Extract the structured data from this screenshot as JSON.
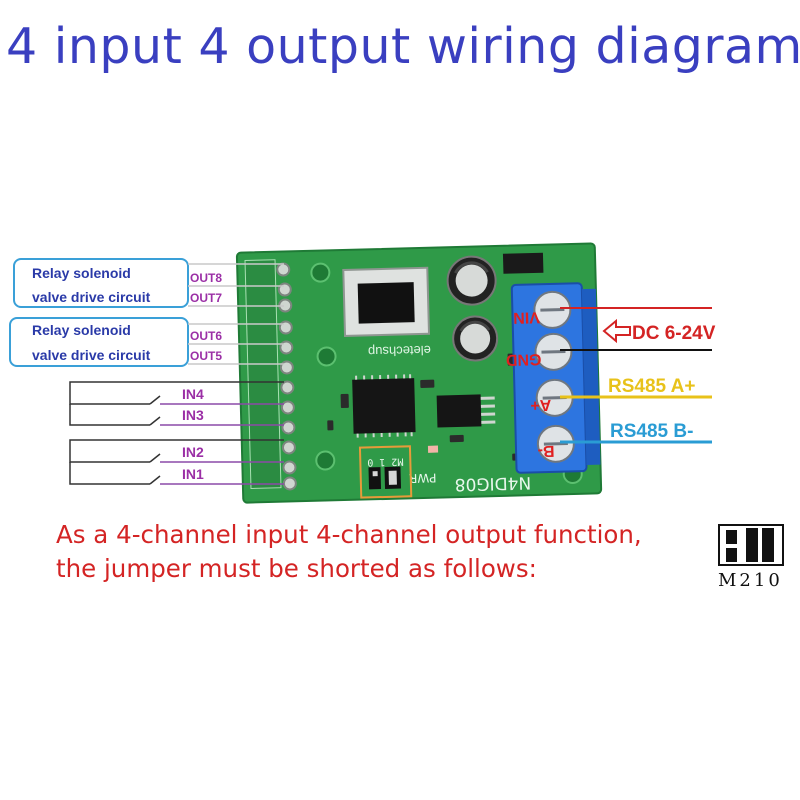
{
  "title": "4 input 4 output wiring diagram",
  "relay_boxes": [
    {
      "line1": "Relay solenoid",
      "line2": "valve drive circuit"
    },
    {
      "line1": "Relay solenoid",
      "line2": "valve drive circuit"
    }
  ],
  "output_labels": [
    "OUT8",
    "OUT7",
    "OUT6",
    "OUT5"
  ],
  "input_labels": [
    "IN4",
    "IN3",
    "IN2",
    "IN1"
  ],
  "terminal_labels": [
    "VIN",
    "GND",
    "A+",
    "B-"
  ],
  "power_label": "DC 6-24V",
  "rs485_a_label": "RS485 A+",
  "rs485_b_label": "RS485 B-",
  "board": {
    "model": "N4DIG08",
    "pwr": "PWR",
    "jumper_label": "M2 1 0",
    "brand": "eletechsup"
  },
  "note_lines": [
    "As a 4-channel input 4-channel output function,",
    "the jumper must be shorted as follows:"
  ],
  "jumper_legend_label": "M210",
  "colors": {
    "title": "#3a3fc0",
    "output_label": "#9b2fa6",
    "relay_box_border": "#3aa0d8",
    "relay_text": "#2a3aa8",
    "power": "#d42424",
    "rs485_a": "#e8c21a",
    "rs485_b": "#2a9cd4",
    "note": "#d42424",
    "pcb": "#2f9a48"
  }
}
